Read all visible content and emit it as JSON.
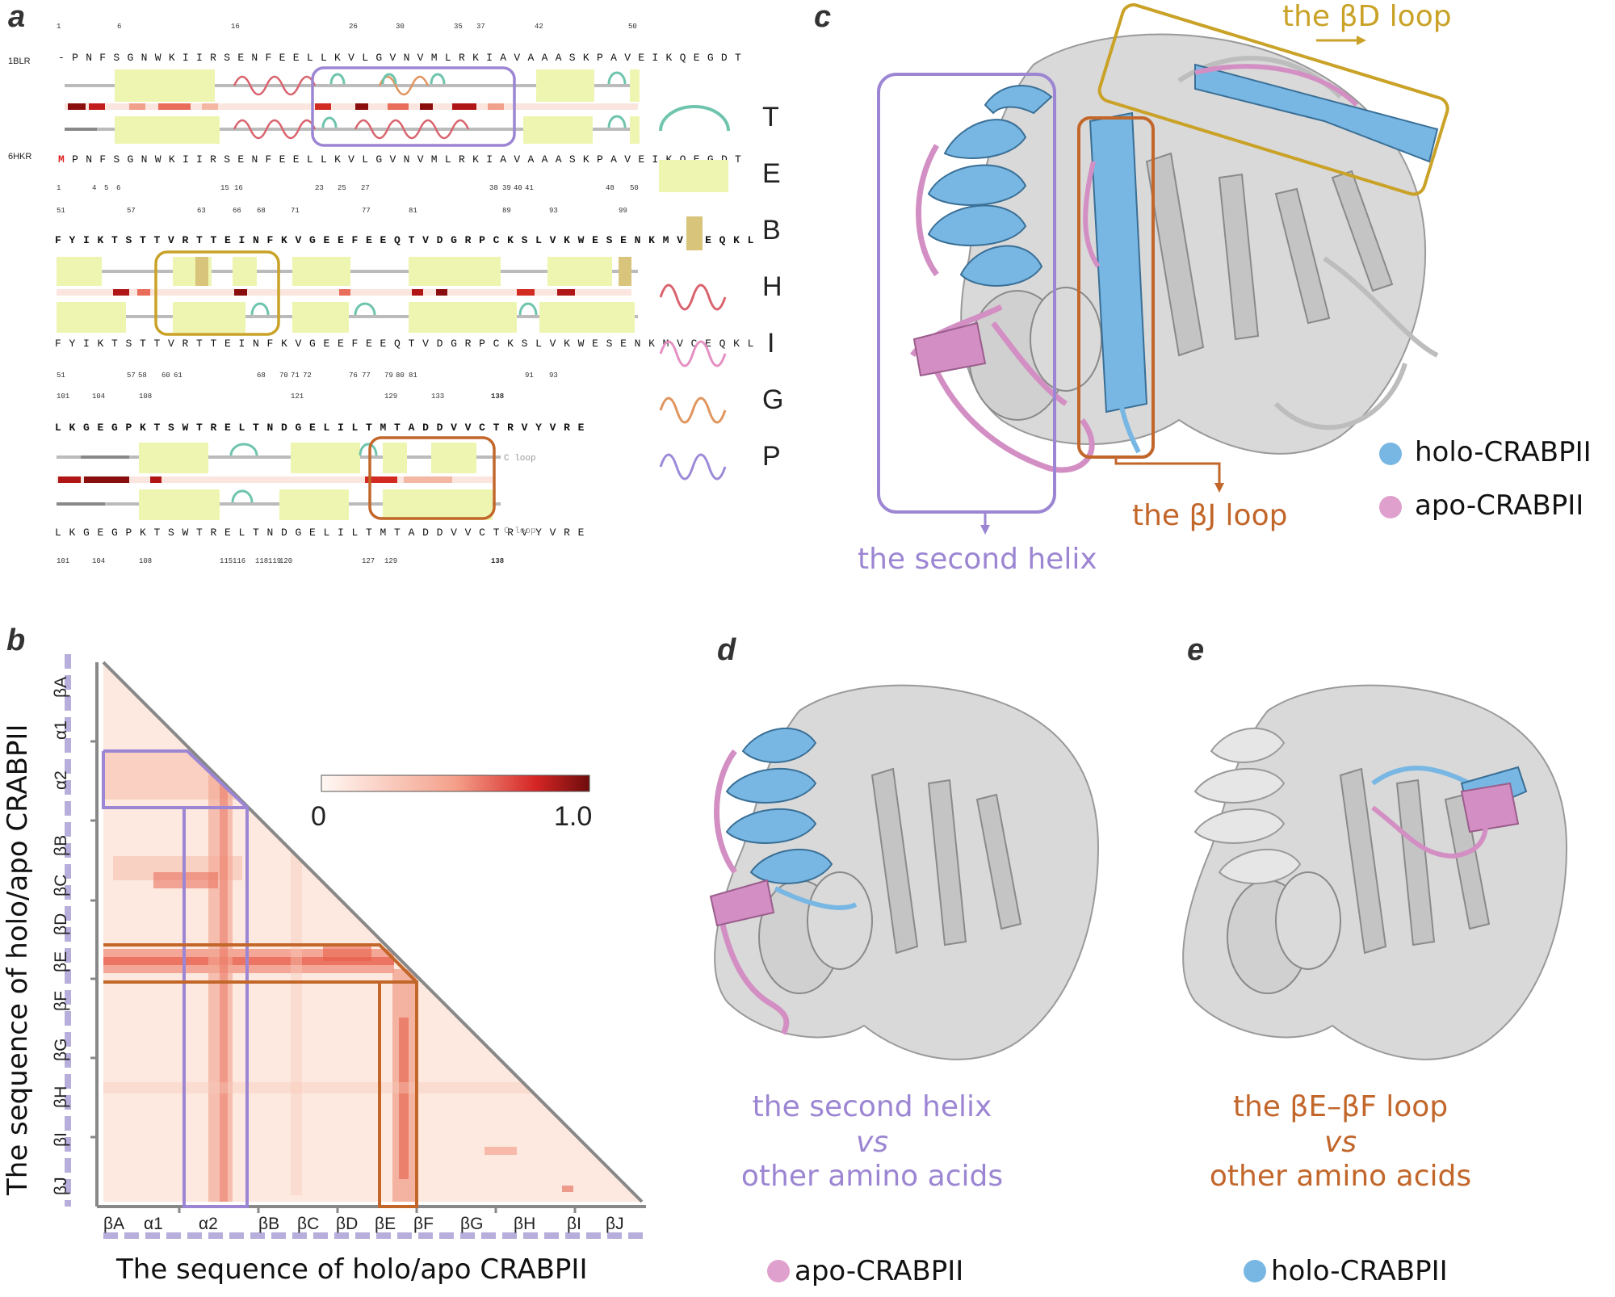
{
  "panels": {
    "a": "a",
    "b": "b",
    "c": "c",
    "d": "d",
    "e": "e"
  },
  "panel_a": {
    "row1": {
      "top_name": "1BLR",
      "bottom_name": "6HKR",
      "top_ticks": [
        "1",
        "6",
        "16",
        "26",
        "30",
        "35",
        "37",
        "42",
        "50"
      ],
      "sequence": "- P N F S G N W K I I R S E N F E E L L K V L G V N V M L R K I A V A A A S K P A V E I K Q E G D T",
      "sequence_bottom_first": "M",
      "sequence_bottom": "P N F S G N W K I I R S E N F E E L L K V L G V N V M L R K I A V A A A S K P A V E I K Q E G D T",
      "bottom_ticks": [
        "1",
        "4",
        "5",
        "6",
        "15",
        "16",
        "23",
        "25",
        "27",
        "38",
        "39",
        "40",
        "41",
        "48",
        "50"
      ]
    },
    "row2": {
      "top_ticks": [
        "51",
        "57",
        "63",
        "66",
        "68",
        "71",
        "77",
        "81",
        "89",
        "93",
        "99"
      ],
      "sequence": "F Y I K T S T T V R T T E I N F K V G E E F E E Q T V D G R P C K S L V K W E S E N K M V C E Q K L",
      "bottom_ticks": [
        "51",
        "57",
        "58",
        "60",
        "61",
        "68",
        "70",
        "71",
        "72",
        "76",
        "77",
        "79",
        "80",
        "81",
        "91",
        "93"
      ]
    },
    "row3": {
      "top_ticks": [
        "101",
        "104",
        "108",
        "121",
        "129",
        "133",
        "138"
      ],
      "sequence": "L K G E G P K T S W T R E L T N D G E L I L T M T A D D V V C T R V Y V R E",
      "c_loop": "C loop",
      "bottom_ticks": [
        "101",
        "104",
        "108",
        "115",
        "116",
        "118",
        "119",
        "120",
        "127",
        "129",
        "138"
      ]
    },
    "legend": [
      {
        "key": "T",
        "color": "#6fc4ad",
        "glyph": "arc"
      },
      {
        "key": "E",
        "color": "#eef5b0",
        "glyph": "box"
      },
      {
        "key": "B",
        "color": "#d8c47a",
        "glyph": "bar"
      },
      {
        "key": "H",
        "color": "#d9636e",
        "glyph": "wave"
      },
      {
        "key": "I",
        "color": "#e58fc2",
        "glyph": "wave"
      },
      {
        "key": "G",
        "color": "#e0955e",
        "glyph": "wave"
      },
      {
        "key": "P",
        "color": "#9c8ad9",
        "glyph": "wave"
      }
    ]
  },
  "panel_b": {
    "y_label": "The sequence of holo/apo CRABPII",
    "x_label": "The sequence of holo/apo CRABPII",
    "x_ticks": [
      "βA",
      "α1",
      "α2",
      "βB",
      "βC",
      "βD",
      "βE",
      "βF",
      "βG",
      "βH",
      "βI",
      "βJ"
    ],
    "y_ticks": [
      "βA",
      "α1",
      "α2",
      "βB",
      "βC",
      "βD",
      "βE",
      "βF",
      "βG",
      "βH",
      "βI",
      "βJ"
    ],
    "colorbar": {
      "min_label": "0",
      "max_label": "1.0"
    },
    "colors": {
      "purple": "#9c86d3",
      "orange": "#c2662a",
      "frame": "#888888"
    }
  },
  "panel_c": {
    "labels": {
      "bd_loop": "the βD loop",
      "bj_loop": "the βJ loop",
      "second_helix": "the second helix"
    },
    "legend": [
      {
        "label": "holo-CRABPII",
        "color": "#78b7e3"
      },
      {
        "label": "apo-CRABPII",
        "color": "#e0a0cd"
      }
    ],
    "colors": {
      "gold": "#c9a227",
      "orange": "#c2662a",
      "purple": "#9c86d3"
    }
  },
  "panel_d": {
    "line1": "the second helix",
    "line2": "vs",
    "line3": "other amino acids",
    "legend": {
      "label": "apo-CRABPII",
      "color": "#e0a0cd"
    }
  },
  "panel_e": {
    "line1": "the βE–βF loop",
    "line2": "vs",
    "line3": "other amino acids",
    "legend": {
      "label": "holo-CRABPII",
      "color": "#78b7e3"
    }
  }
}
